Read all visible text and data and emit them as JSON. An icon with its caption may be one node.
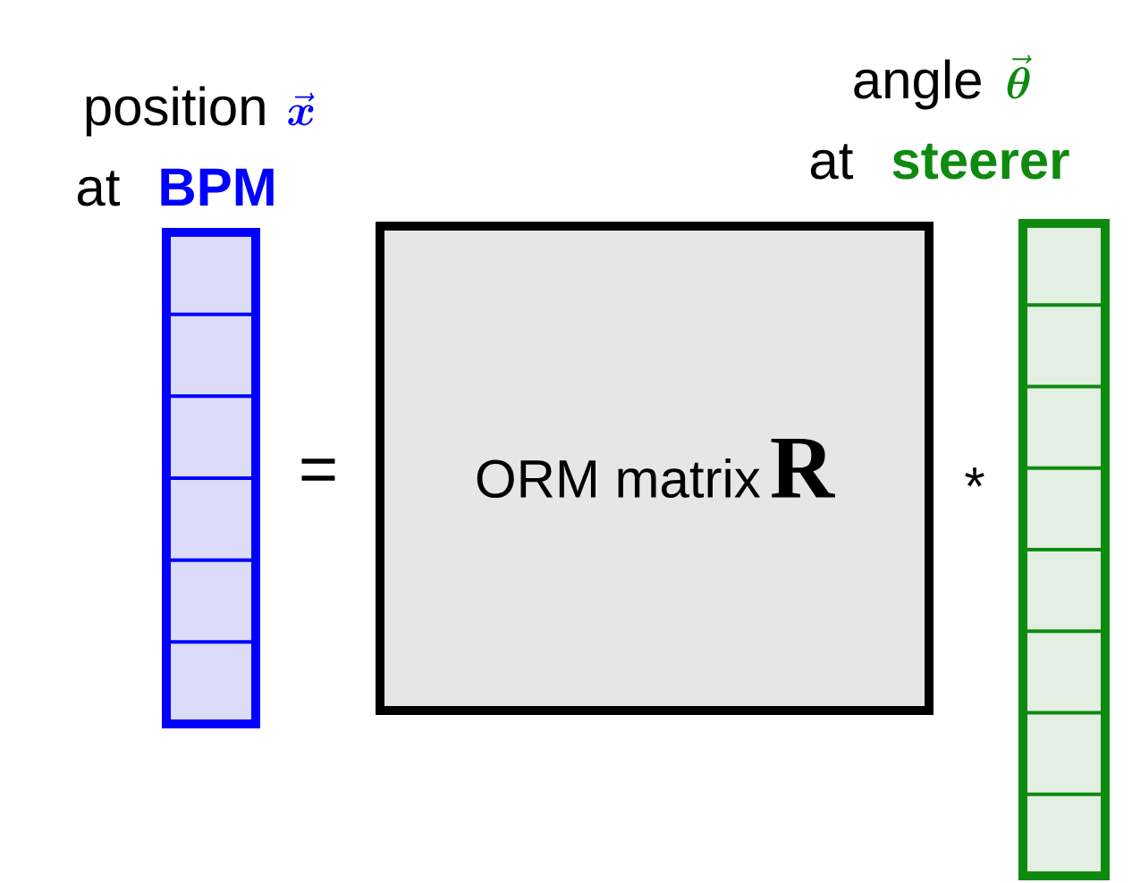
{
  "diagram": {
    "nodes": [
      {
        "text": [
          "position",
          "at",
          "BPM"
        ]
      },
      {
        "text": [
          "ORM matrix",
          "R"
        ]
      },
      {
        "text": [
          "angle",
          "at",
          "steerer"
        ]
      }
    ],
    "labels": [
      "\\vec{\\boldsymbol{x}}",
      "=",
      "*",
      "\\vec{\\boldsymbol{\\theta}}"
    ]
  }
}
